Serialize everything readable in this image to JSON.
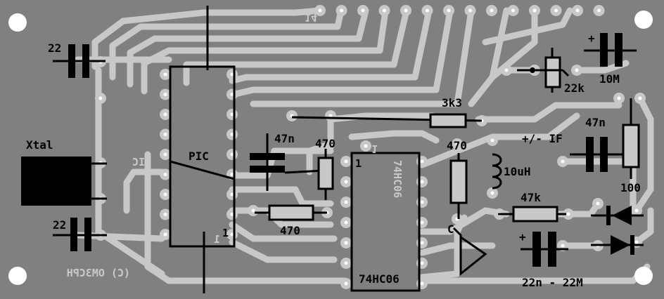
{
  "labels": {
    "c_22_top": "22",
    "c_22_bottom": "22",
    "xtal": "Xtal",
    "pic": "PIC",
    "pin_1_pic": "1",
    "c_47n_left": "47n",
    "r_470_a": "470",
    "r_470_b": "470",
    "r_470_c": "470",
    "r_3k3": "3k3",
    "ic_74hc06": "74HC06",
    "ic_pin1": "1",
    "l_10uh": "10uH",
    "r_47k": "47k",
    "label_c": "C",
    "c_22n_22m": "22n - 22M",
    "c_10m": "10M",
    "r_22k": "22k",
    "c_47n_right": "47n",
    "r_100": "100",
    "pm_if": "+/- IF",
    "plus_a": "+",
    "plus_b": "+"
  },
  "mirrored": {
    "copyright": "(C) OM3CPH",
    "pic": "PIC",
    "ic_74hc06": "74HC06",
    "pin_14": "14",
    "pin_1_ic": "1",
    "pin_1_pic": "1"
  },
  "colors": {
    "background": "#808080",
    "copper": "#c8c8c8",
    "component_ink": "#000000",
    "mounting_hole": "#ffffff"
  }
}
